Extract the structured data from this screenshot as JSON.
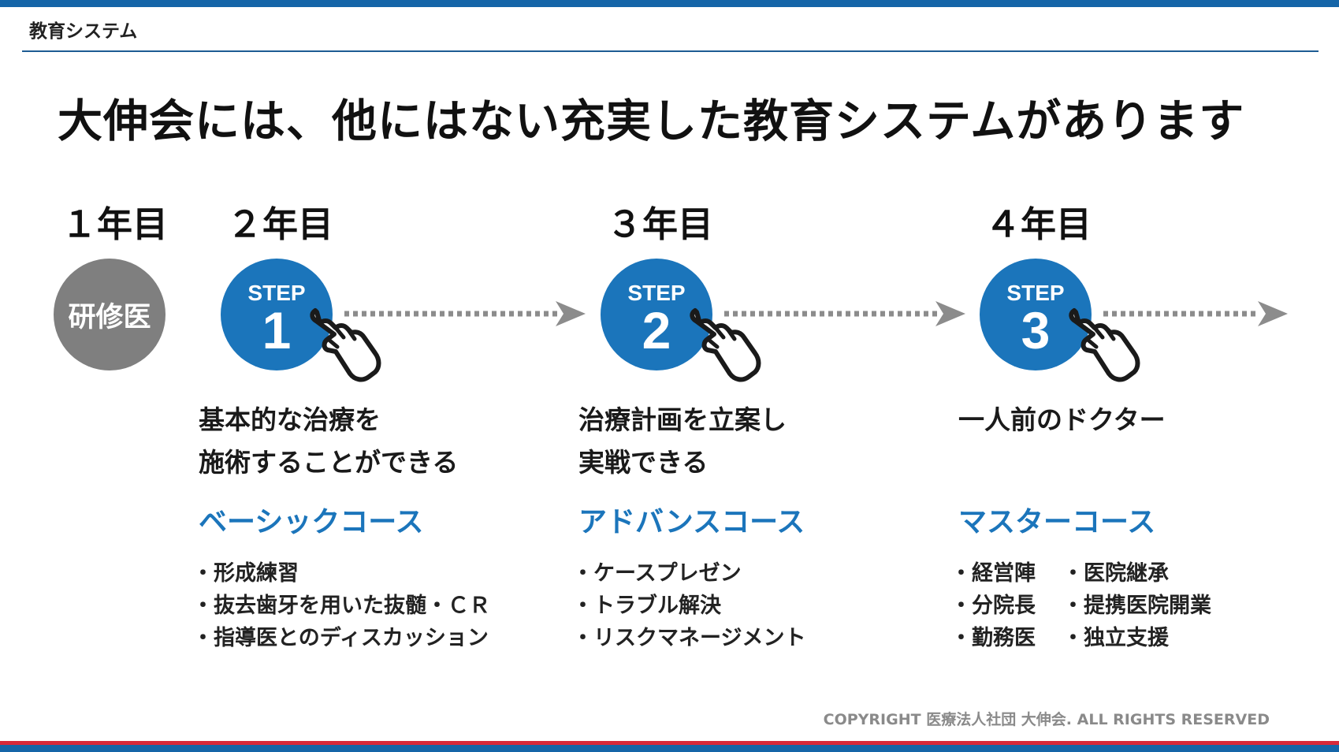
{
  "header": {
    "label": "教育システム"
  },
  "headline": "大伸会には、他にはない充実した教育システムがあります",
  "years": [
    "１年目",
    "２年目",
    "３年目",
    "４年目"
  ],
  "resident": {
    "label": "研修医"
  },
  "steps": [
    {
      "step_word": "STEP",
      "number": "1",
      "desc_line1": "基本的な治療を",
      "desc_line2": "施術することができる",
      "course": "ベーシックコース",
      "bullets": [
        "形成練習",
        "抜去歯牙を用いた抜髄・ＣＲ",
        "指導医とのディスカッション"
      ]
    },
    {
      "step_word": "STEP",
      "number": "2",
      "desc_line1": "治療計画を立案し",
      "desc_line2": "実戦できる",
      "course": "アドバンスコース",
      "bullets": [
        "ケースプレゼン",
        "トラブル解決",
        "リスクマネージメント"
      ]
    },
    {
      "step_word": "STEP",
      "number": "3",
      "desc_line1": "一人前のドクター",
      "desc_line2": "",
      "course": "マスターコース",
      "bullets_col1": [
        "経営陣",
        "分院長",
        "勤務医"
      ],
      "bullets_col2": [
        "医院継承",
        "提携医院開業",
        "独立支援"
      ]
    }
  ],
  "footer": {
    "copyright": "COPYRIGHT 医療法人社団 大伸会. ALL RIGHTS RESERVED"
  },
  "colors": {
    "accent_blue": "#1b75bb",
    "bar_blue": "#1565a8",
    "bar_red": "#d8293a",
    "resident_gray": "#7f7f7f",
    "arrow_gray": "#8c8c8c"
  },
  "icons": {
    "pointer": "pointing-hand-icon",
    "arrow": "dotted-arrow-right-icon"
  }
}
